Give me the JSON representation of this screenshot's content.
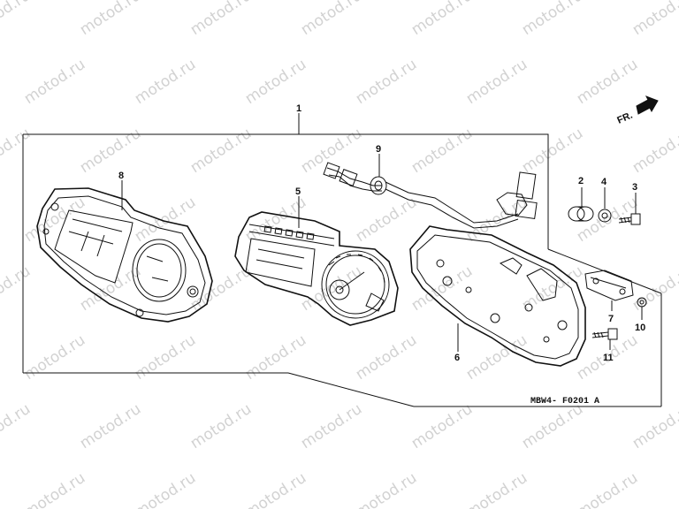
{
  "watermark": "motod.ru",
  "diagram_code": "MBW4- F0201 A",
  "front_indicator": "FR.",
  "callouts": [
    {
      "id": "c1",
      "text": "1"
    },
    {
      "id": "c2",
      "text": "2"
    },
    {
      "id": "c3",
      "text": "3"
    },
    {
      "id": "c4",
      "text": "4"
    },
    {
      "id": "c5",
      "text": "5"
    },
    {
      "id": "c6",
      "text": "6"
    },
    {
      "id": "c7",
      "text": "7"
    },
    {
      "id": "c8",
      "text": "8"
    },
    {
      "id": "c9",
      "text": "9"
    },
    {
      "id": "c10",
      "text": "10"
    },
    {
      "id": "c11",
      "text": "11"
    }
  ]
}
